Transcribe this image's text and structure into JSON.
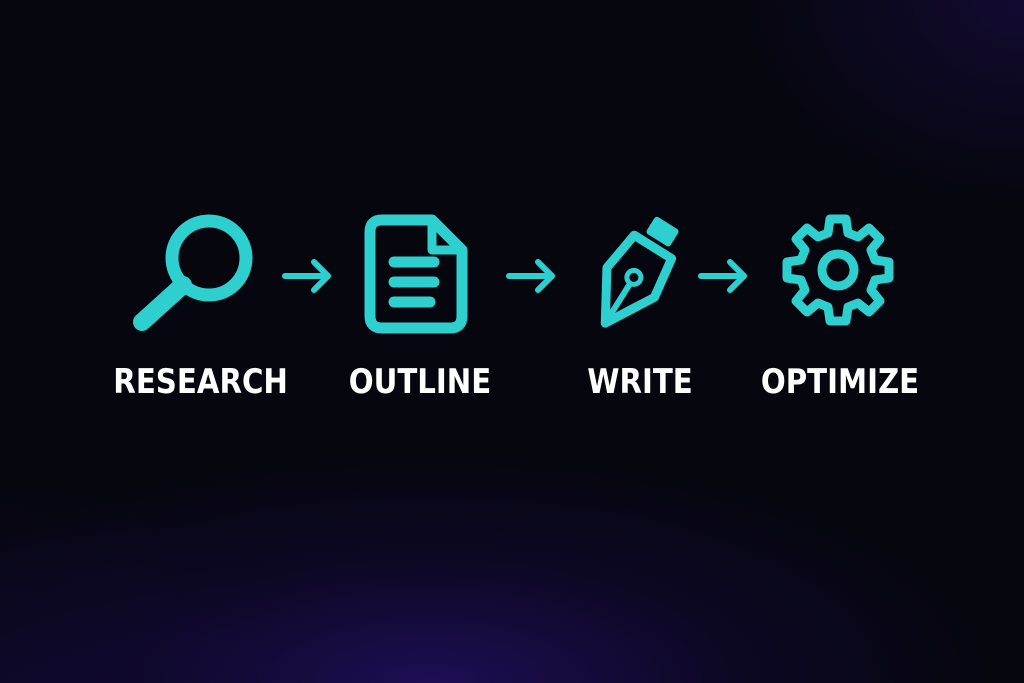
{
  "colors": {
    "accent": "#2ecfcf",
    "label": "#ffffff",
    "background": "#06060f",
    "glow": "#2a1486"
  },
  "steps": [
    {
      "label": "RESEARCH",
      "icon": "magnifying-glass-icon"
    },
    {
      "label": "OUTLINE",
      "icon": "document-icon"
    },
    {
      "label": "WRITE",
      "icon": "fountain-pen-icon"
    },
    {
      "label": "OPTIMIZE",
      "icon": "gear-icon"
    }
  ],
  "connectors": [
    "arrow-right-icon",
    "arrow-right-icon",
    "arrow-right-icon"
  ]
}
